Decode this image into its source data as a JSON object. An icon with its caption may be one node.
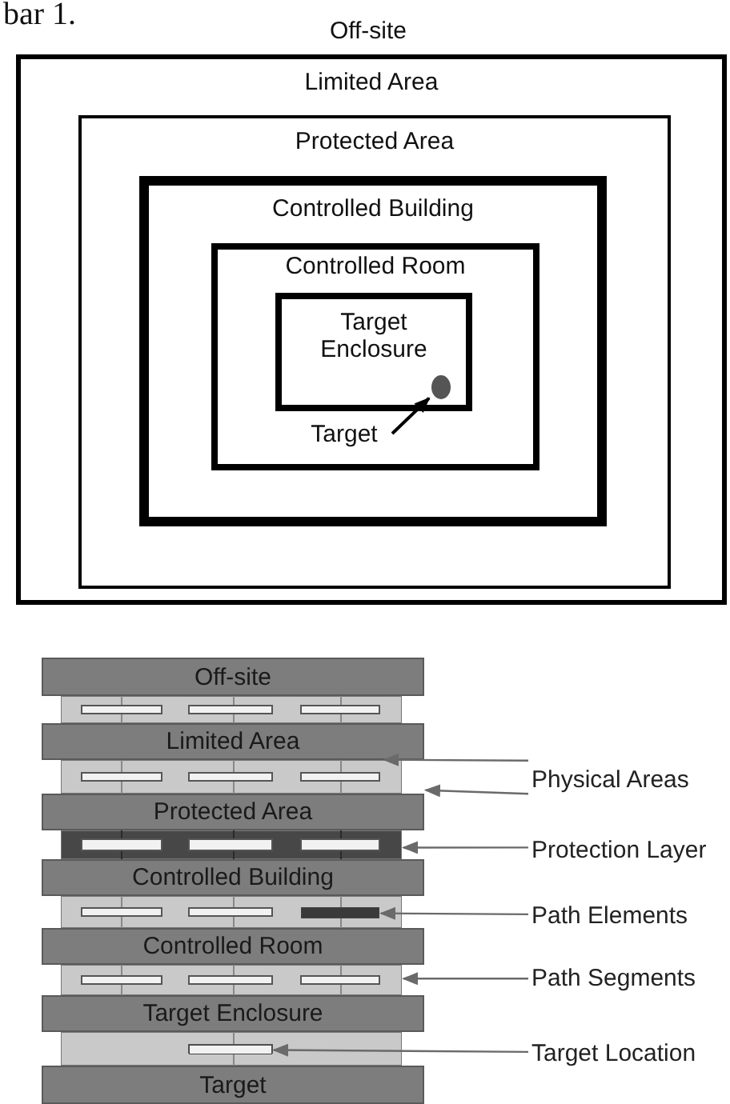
{
  "diagram": {
    "nodes": [
      {
        "text": [
          "Off-site"
        ]
      },
      {
        "text": [
          "Limited Area"
        ]
      },
      {
        "text": [
          "Protected Area"
        ],
        "in": 1
      },
      {
        "text": [
          "Controlled Building"
        ],
        "in": 2
      },
      {
        "text": [
          "Controlled Room"
        ],
        "in": 3
      },
      {
        "text": [
          "Target Enclosure"
        ],
        "in": 4
      },
      {
        "text": [
          "Target"
        ],
        "in": 4
      },
      {
        "text": [],
        "shape": "circle",
        "in": 5
      },
      {
        "text": [
          "Off-site"
        ]
      },
      {
        "text": [],
        "shape": "box"
      },
      {
        "text": [
          "Limited Area"
        ]
      },
      {
        "text": [],
        "shape": "box"
      },
      {
        "text": [
          "Protected Area"
        ]
      },
      {
        "text": [],
        "shape": "box"
      },
      {
        "text": [
          "Controlled Building"
        ]
      },
      {
        "text": [],
        "shape": "box"
      },
      {
        "text": [],
        "shape": "bar",
        "in": 15
      },
      {
        "text": [
          "Controlled Room"
        ]
      },
      {
        "text": [],
        "shape": "box"
      },
      {
        "text": [
          "Target Enclosure"
        ]
      },
      {
        "text": [],
        "shape": "box"
      },
      {
        "text": [],
        "shape": "bar",
        "in": 20
      },
      {
        "text": [
          "Target"
        ]
      },
      {
        "text": [
          "Physical Areas"
        ]
      },
      {
        "text": [
          "Protection Layer"
        ]
      },
      {
        "text": [
          "Path Elements"
        ]
      },
      {
        "text": [
          "Path Segments"
        ]
      },
      {
        "text": [
          "Target Location"
        ]
      }
    ],
    "edges": [
      {
        "from": 6,
        "to": 7,
        "arrow": "to",
        "color": "#000000"
      },
      {
        "from": 23,
        "to": 10,
        "arrow": "to"
      },
      {
        "from": 23,
        "to": 12,
        "arrow": "to"
      },
      {
        "from": 24,
        "to": 13,
        "arrow": "to"
      },
      {
        "from": 25,
        "to": 16,
        "arrow": "to"
      },
      {
        "from": 26,
        "to": 18,
        "arrow": "to"
      },
      {
        "from": 27,
        "to": 21,
        "arrow": "to"
      }
    ],
    "labels": [
      "bar 1."
    ]
  }
}
